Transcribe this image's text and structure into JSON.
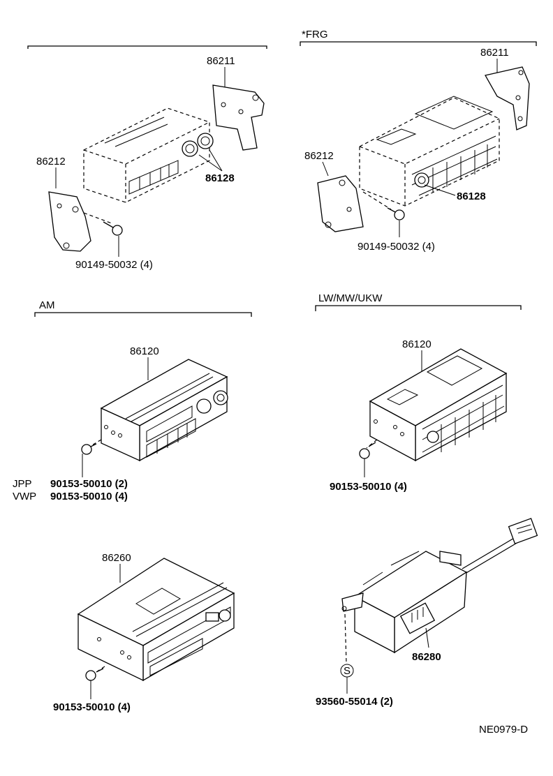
{
  "sections": {
    "top_left_title": "",
    "top_right_title": "*FRG",
    "mid_left_title": "AM",
    "mid_right_title": "LW/MW/UKW"
  },
  "parts": {
    "tl_bracket_right": "86211",
    "tl_bracket_left": "86212",
    "tl_knob": "86128",
    "tl_screw": "90149-50032 (4)",
    "tr_bracket_right": "86211",
    "tr_bracket_left": "86212",
    "tr_knob": "86128",
    "tr_screw": "90149-50032 (4)",
    "ml_receiver": "86120",
    "ml_screw_jpp_label": "JPP",
    "ml_screw_jpp": "90153-50010 (2)",
    "ml_screw_vwp_label": "VWP",
    "ml_screw_vwp": "90153-50010 (4)",
    "mr_receiver": "86120",
    "mr_screw": "90153-50010 (4)",
    "bl_cassette": "86260",
    "bl_screw": "90153-50010 (4)",
    "br_amplifier": "86280",
    "br_screw_symbol": "S",
    "br_screw": "93560-55014 (2)"
  },
  "footer": {
    "code": "NE0979-D"
  }
}
